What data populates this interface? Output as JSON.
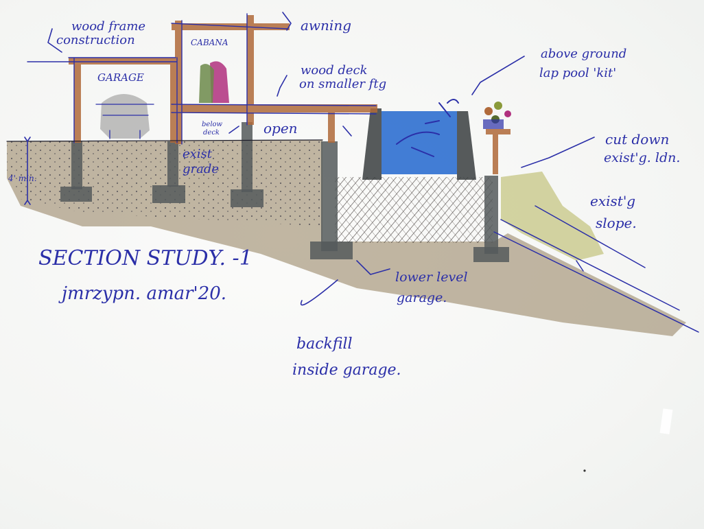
{
  "sheet": {
    "title": "SECTION STUDY. -1",
    "signature": "jmrzypn. amar'20."
  },
  "labels": {
    "wood_frame": "wood frame",
    "wood_frame_2": "construction",
    "awning": "awning",
    "garage": "GARAGE",
    "cabana": "CABANA",
    "wood_deck_1": "wood deck",
    "wood_deck_2": "on smaller ftg",
    "pool_1": "above ground",
    "pool_2": "lap pool 'kit'",
    "open": "open",
    "below_deck_1": "below",
    "below_deck_2": "deck",
    "grade_1": "exist",
    "grade_2": "grade",
    "dimension": "4' min.",
    "cut_down_1": "cut down",
    "cut_down_2": "exist'g. ldn.",
    "slope_1": "exist'g",
    "slope_2": "slope.",
    "lower_garage_1": "lower level",
    "lower_garage_2": "garage.",
    "backfill_1": "backfill",
    "backfill_2": "inside garage."
  },
  "colors": {
    "ink_blue": "#2b2fa8",
    "wood": "#b06a3a",
    "soil": "#9c8a6c",
    "concrete": "#555a5c",
    "pool_water": "#2e6fd0",
    "grass": "#b4b45a",
    "figure_magenta": "#b0307e",
    "figure_green": "#6c8a4a"
  }
}
